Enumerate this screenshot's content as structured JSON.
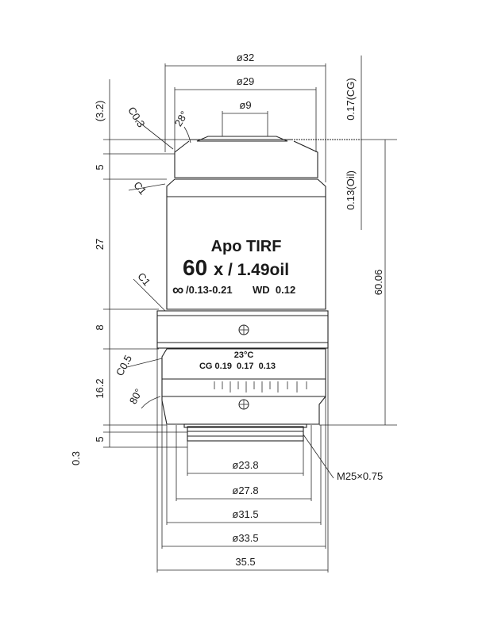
{
  "lens": {
    "brand_line": "Apo TIRF",
    "magnification": "60",
    "mag_symbol": "x",
    "na_text": "/ 1.49oil",
    "infinity_symbol": "∞",
    "cover_glass_range": "/0.13-0.21",
    "wd_text": "WD  0.12",
    "temperature": "23°C",
    "correction_collar": "CG 0.19  0.17  0.13"
  },
  "dimensions": {
    "top_diameters": [
      "ø32",
      "ø29",
      "ø9"
    ],
    "bottom_diameters": [
      "ø23.8",
      "ø27.8",
      "ø31.5",
      "ø33.5",
      "35.5"
    ],
    "left_heights": [
      "(3.2)",
      "5",
      "27",
      "8",
      "16.2",
      "5",
      "0.3"
    ],
    "chamfers": [
      "C0.3",
      "C1",
      "C1",
      "C0.5"
    ],
    "angles": [
      "28°",
      "80°"
    ],
    "right_side": [
      "0.17(CG)",
      "0.13(Oil)",
      "60.06"
    ],
    "thread": "M25×0.75"
  }
}
